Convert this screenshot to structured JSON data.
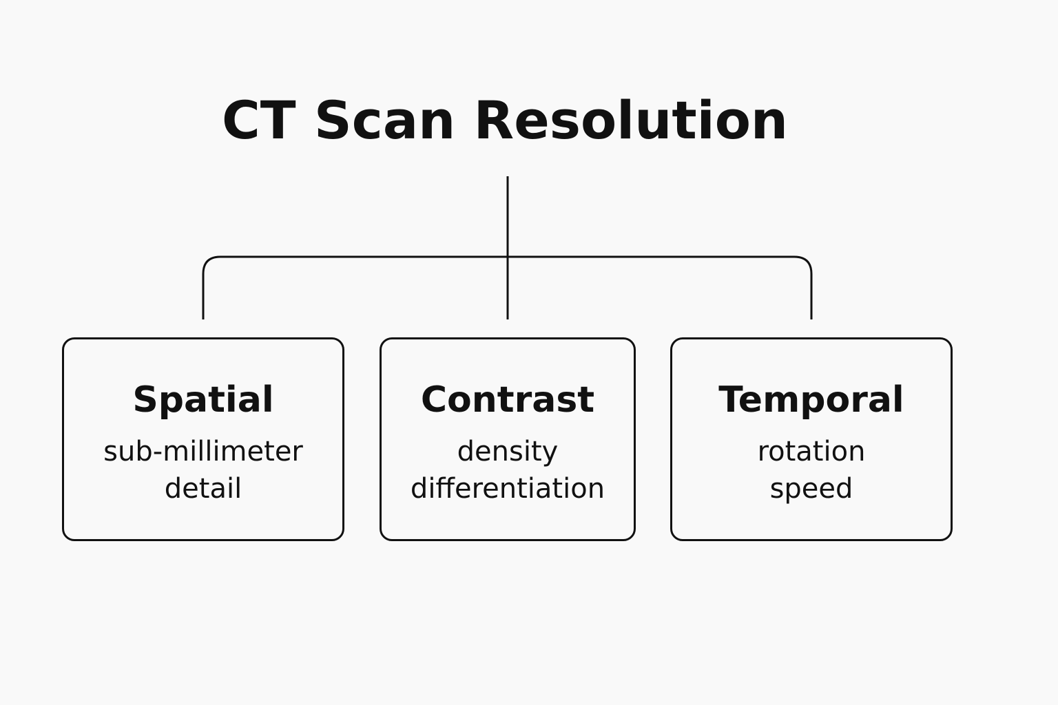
{
  "title": "CT Scan Resolution",
  "colors": {
    "background": "#f9f9f9",
    "stroke": "#111111",
    "text": "#111111"
  },
  "boxes": [
    {
      "heading": "Spatial",
      "desc_line1": "sub-millimeter",
      "desc_line2": "detail"
    },
    {
      "heading": "Contrast",
      "desc_line1": "density",
      "desc_line2": "differentiation"
    },
    {
      "heading": "Temporal",
      "desc_line1": "rotation",
      "desc_line2": "speed"
    }
  ]
}
